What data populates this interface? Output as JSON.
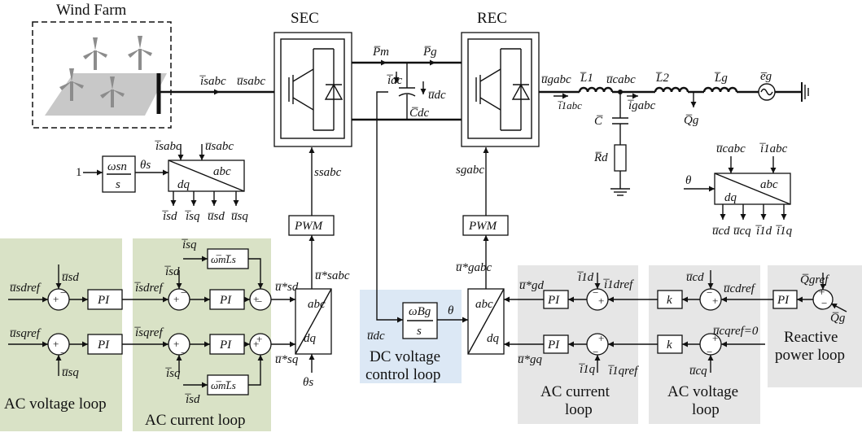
{
  "titles": {
    "wind_farm": "Wind Farm",
    "sec": "SEC",
    "rec": "REC"
  },
  "signals": {
    "i_sabc": "i̅sabc",
    "u_sabc": "u̅sabc",
    "P_m": "P̅m",
    "P_g": "P̅g",
    "i_dc": "i̅dc",
    "C_dc": "C̅dc",
    "u_dc": "u̅dc",
    "u_gabc": "u̅gabc",
    "L1": "L̅1",
    "i_1abc": "i̅1abc",
    "u_cabc": "u̅cabc",
    "L2": "L̅2",
    "i_gabc": "i̅gabc",
    "Lg": "L̅g",
    "e_g": "e̅g",
    "Q_g": "Q̅g",
    "C": "C̅",
    "R_d": "R̅d",
    "s_sabc": "ssabc",
    "s_gabc": "sgabc"
  },
  "blocks": {
    "pwm": "PWM",
    "pi": "PI",
    "k": "k",
    "abc": "abc",
    "dq": "dq",
    "omega_sn": "ωsn",
    "s": "s",
    "omega_Bg": "ωBg",
    "omega_m_Ls": "ω̅mL̅s"
  },
  "pll_left": {
    "one": "1",
    "theta_s": "θs",
    "inputs": [
      "i̅sabc",
      "u̅sabc"
    ],
    "outputs": [
      "i̅sd",
      "i̅sq",
      "u̅sd",
      "u̅sq"
    ]
  },
  "pll_right": {
    "theta": "θ",
    "inputs": [
      "u̅cabc",
      "i̅1abc"
    ],
    "outputs": [
      "u̅cd",
      "u̅cq",
      "i̅1d",
      "i̅1q"
    ]
  },
  "left_ctrl": {
    "u_sdref": "u̅sdref",
    "u_sqref": "u̅sqref",
    "u_sd": "u̅sd",
    "u_sq": "u̅sq",
    "i_sdref": "i̅sdref",
    "i_sqref": "i̅sqref",
    "i_sd": "i̅sd",
    "i_sq": "i̅sq",
    "i_sq_top": "i̅sq",
    "i_sd_bot": "i̅sd",
    "u_sd_star": "u̅*sd",
    "u_sq_star": "u̅*sq",
    "u_sabc_star": "u̅*sabc",
    "theta_s": "θs"
  },
  "dc_ctrl": {
    "u_dc": "u̅dc",
    "theta": "θ"
  },
  "right_ctrl": {
    "u_gabc_star": "u̅*gabc",
    "u_gd_star": "u̅*gd",
    "u_gq_star": "u̅*gq",
    "i_1d": "i̅1d",
    "i_1q": "i̅1q",
    "i_1dref": "i̅1dref",
    "i_1qref": "i̅1qref",
    "u_cd": "u̅cd",
    "u_cq": "u̅cq",
    "u_cdref": "u̅cdref",
    "u_cqref": "u̅cqref=0",
    "Q_gref": "Q̅gref",
    "Q_g": "Q̅g"
  },
  "loops": {
    "ac_voltage_left": "AC voltage loop",
    "ac_current_left": "AC current loop",
    "dc_voltage_1": "DC voltage",
    "dc_voltage_2": "control loop",
    "ac_current_right_1": "AC current",
    "ac_current_right_2": "loop",
    "ac_voltage_right_1": "AC voltage",
    "ac_voltage_right_2": "loop",
    "reactive_1": "Reactive",
    "reactive_2": "power loop"
  },
  "colors": {
    "green_region": "#d9e2c6",
    "blue_region": "#dce8f5",
    "gray_region": "#e6e6e6",
    "farm_plate": "#c8c8c8"
  }
}
